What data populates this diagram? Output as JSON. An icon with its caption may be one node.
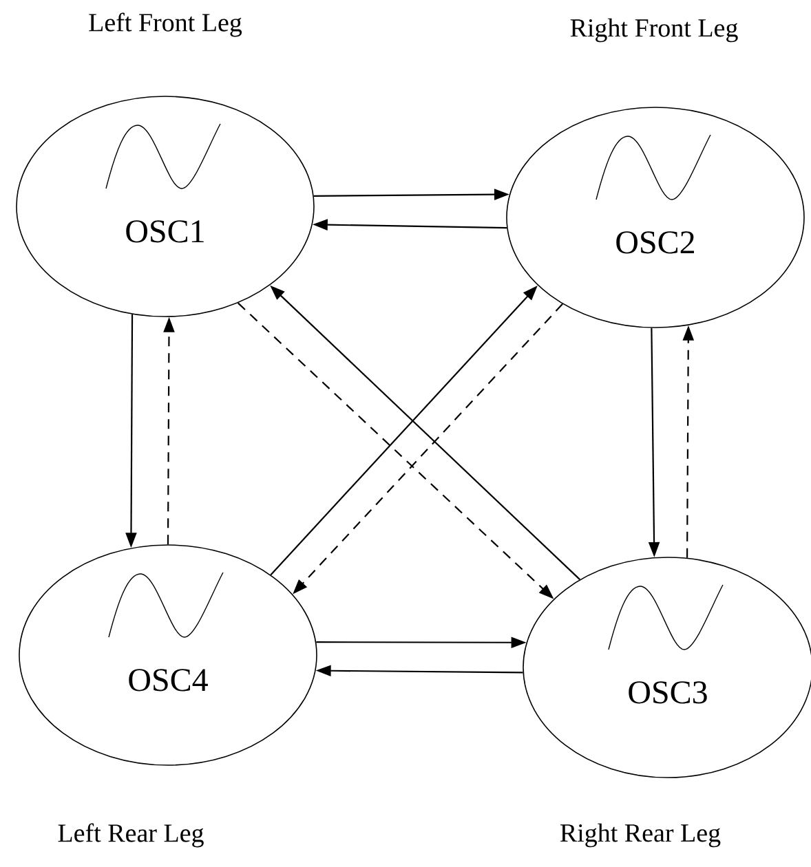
{
  "diagram": {
    "nodes": [
      {
        "text": [
          "OSC1"
        ],
        "beside": [
          "Left Front Leg"
        ]
      },
      {
        "text": [
          "OSC2"
        ],
        "beside": [
          "Right Front Leg"
        ]
      },
      {
        "text": [
          "OSC3"
        ],
        "beside": [
          "Right Rear Leg"
        ]
      },
      {
        "text": [
          "OSC4"
        ],
        "beside": [
          "Left Rear Leg"
        ]
      }
    ],
    "edges": [
      {
        "from": 0,
        "to": 1,
        "arrow": "to"
      },
      {
        "from": 1,
        "to": 0,
        "arrow": "to"
      },
      {
        "from": 0,
        "to": 3,
        "arrow": "to"
      },
      {
        "from": 3,
        "to": 0,
        "arrow": "to",
        "style": "dashed"
      },
      {
        "from": 1,
        "to": 2,
        "arrow": "to"
      },
      {
        "from": 2,
        "to": 1,
        "arrow": "to",
        "style": "dashed"
      },
      {
        "from": 3,
        "to": 2,
        "arrow": "to"
      },
      {
        "from": 2,
        "to": 3,
        "arrow": "to"
      },
      {
        "from": 2,
        "to": 0,
        "arrow": "to"
      },
      {
        "from": 0,
        "to": 2,
        "arrow": "to",
        "style": "dashed"
      },
      {
        "from": 3,
        "to": 1,
        "arrow": "to"
      },
      {
        "from": 1,
        "to": 3,
        "arrow": "to",
        "style": "dashed"
      }
    ]
  }
}
